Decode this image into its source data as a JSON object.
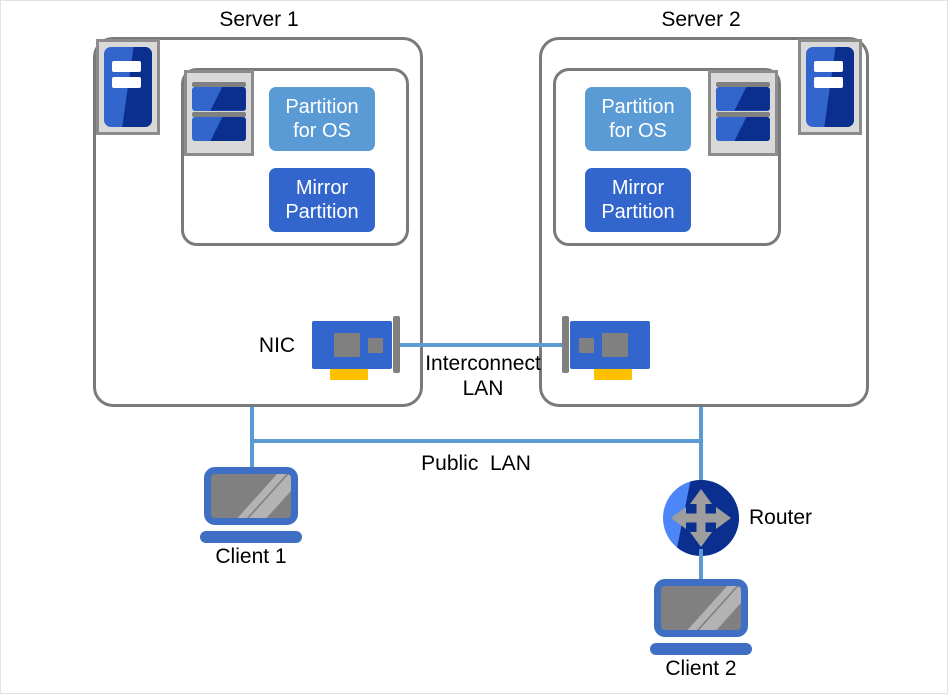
{
  "diagram": {
    "title_server1": "Server 1",
    "title_server2": "Server 2",
    "labels": {
      "nic": "NIC",
      "interconnect_lan": "Interconnect\nLAN",
      "public_lan": "Public  LAN",
      "router": "Router",
      "client1": "Client 1",
      "client2": "Client 2"
    },
    "partitions": {
      "os": "Partition\nfor OS",
      "mirror": "Mirror\nPartition"
    },
    "icons": {
      "server_tower": "server-icon",
      "disk_stack": "disk-icon",
      "nic_card": "nic-icon",
      "router": "router-icon",
      "client_monitor": "monitor-icon"
    },
    "colors": {
      "partition_os": "#5B9BD5",
      "partition_mirror": "#3366CC",
      "icon_blue": "#3366CC",
      "icon_dark_blue": "#0a2f8f",
      "frame_gray": "#7a7a7a",
      "icon_frame_gray": "#8c8c8c",
      "icon_fill_gray": "#d9d9d9",
      "screen_gray": "#808080",
      "monitor_blue": "#3f6fc4",
      "link_blue": "#5B9BD5",
      "nic_tab_gold": "#FFC000",
      "text_black": "#000000",
      "background": "#ffffff"
    }
  }
}
